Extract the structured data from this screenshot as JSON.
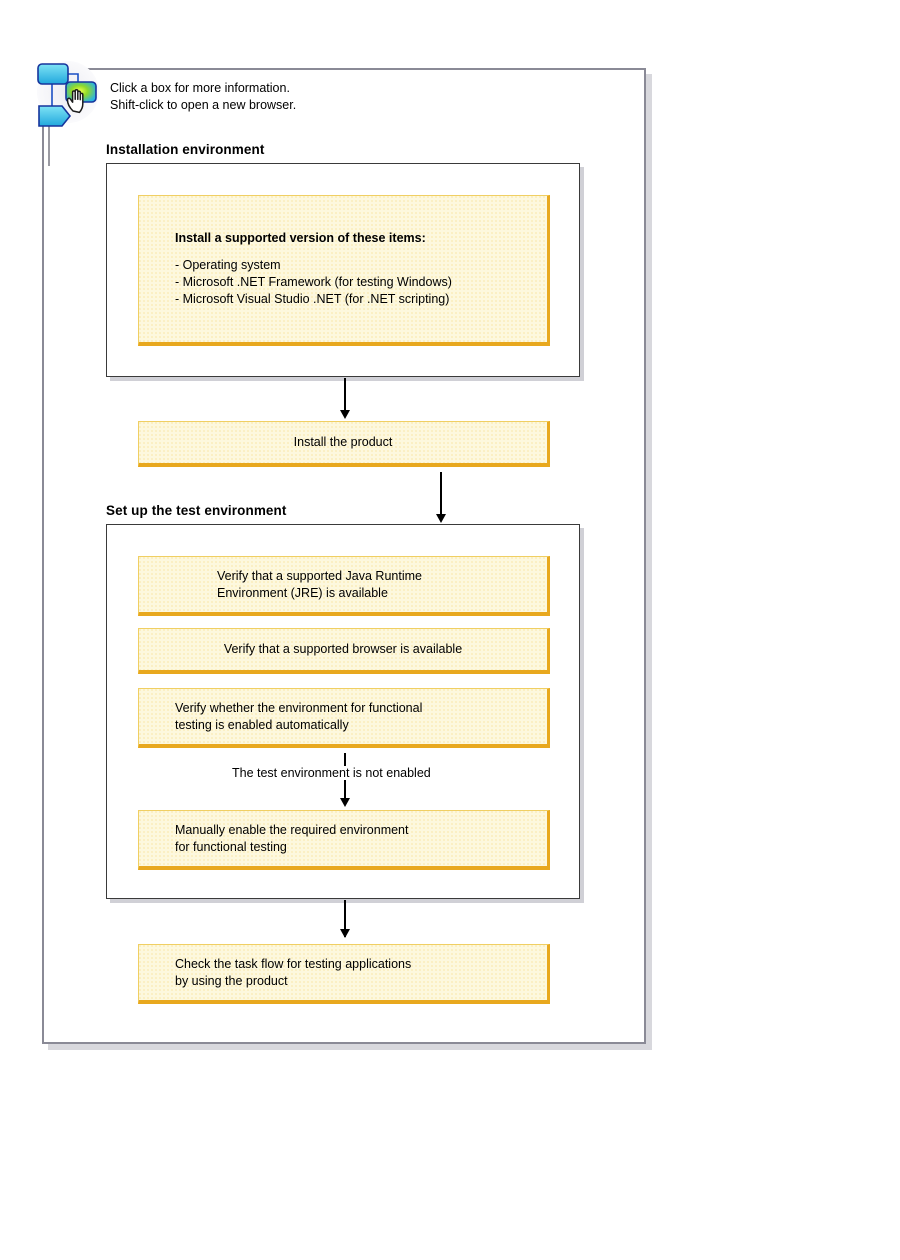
{
  "callout": {
    "icon_name": "flowchart-click-icon",
    "text": "Click a box for more information.\nShift-click to open a new browser."
  },
  "sections": [
    {
      "id": "installation-environment",
      "heading": "Installation environment",
      "boxes": [
        {
          "id": "prerequisites",
          "title": "Install a supported version of these items:",
          "items": [
            "- Operating system",
            "- Microsoft .NET Framework (for testing Windows)",
            "- Microsoft Visual Studio .NET (for .NET scripting)"
          ]
        }
      ]
    },
    {
      "id": "set-up-test-environment",
      "heading": "Set up the test environment",
      "boxes": [
        {
          "id": "verify-jre",
          "text": "Verify that a supported Java Runtime\nEnvironment (JRE) is available"
        },
        {
          "id": "verify-browser",
          "text": "Verify that a supported browser is available"
        },
        {
          "id": "verify-functional-testing",
          "text": "Verify whether the environment for functional\ntesting is enabled automatically"
        },
        {
          "id": "manually-enable",
          "text": "Manually enable the required environment\nfor functional testing"
        }
      ]
    }
  ],
  "standalone_boxes": {
    "install_product": "Install the product",
    "check_task_flow": "Check the task flow for testing applications\nby using the product"
  },
  "connector_labels": {
    "not_enabled": "The test environment is not enabled"
  },
  "colors": {
    "box_fill": "#fdf8de",
    "box_border": "#f0cf63",
    "box_accent": "#e8a81e",
    "frame_border": "#3a3a3a",
    "outer_frame_border": "#8a8a96",
    "shadow": "#d0d0d6",
    "text": "#000000",
    "icon_blue": "#29b6e8",
    "icon_outline": "#1a3fa0",
    "icon_green": "#9ad32a"
  }
}
